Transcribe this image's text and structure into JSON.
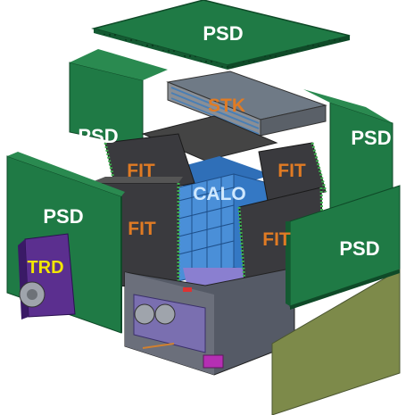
{
  "labels": {
    "psd_top": "PSD",
    "psd_left_back": "PSD",
    "psd_right_back": "PSD",
    "psd_left_front": "PSD",
    "psd_right_front": "PSD",
    "stk": "STK",
    "fit_back_left": "FIT",
    "fit_back_right": "FIT",
    "fit_front_left": "FIT",
    "fit_front_right": "FIT",
    "calo": "CALO",
    "trd": "TRD"
  },
  "colors": {
    "psd_green": "#1f7a45",
    "psd_green_dark": "#145a32",
    "psd_green_light": "#3f9a60",
    "stk_gray": "#8a8f96",
    "fit_dark": "#3a3a3e",
    "calo_blue": "#4a8fd8",
    "trd_purple": "#5b2f8f",
    "base_purple": "#7a6fb0",
    "label_white": "#ffffff",
    "label_orange": "#e07b24",
    "label_calo": "#cfe8ff",
    "label_yellow": "#f2e600"
  }
}
